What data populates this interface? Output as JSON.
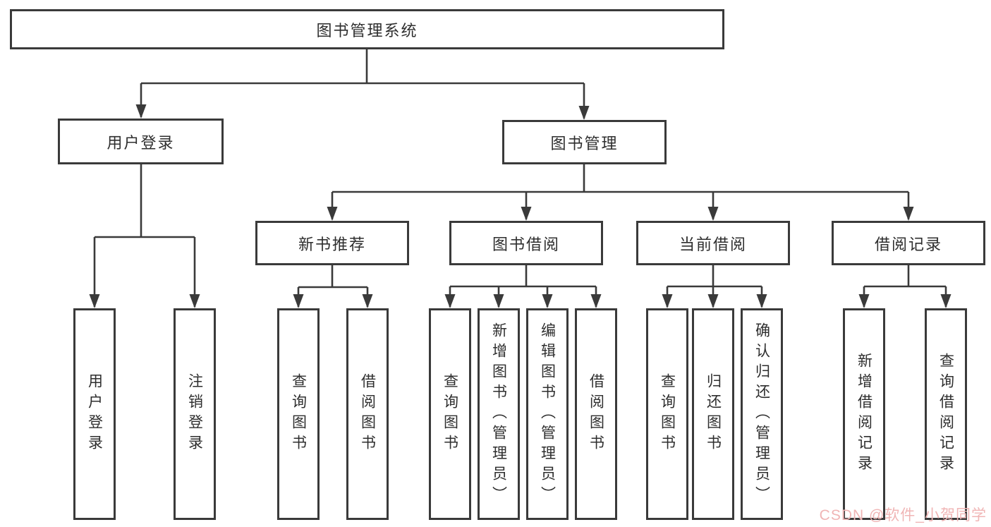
{
  "diagram": {
    "title": "图书管理系统",
    "tree": {
      "root": {
        "label": "图书管理系统"
      },
      "level2": [
        {
          "label": "用户登录",
          "children": [
            {
              "label": "用户登录"
            },
            {
              "label": "注销登录"
            }
          ]
        },
        {
          "label": "图书管理",
          "children": [
            {
              "label": "新书推荐",
              "children": [
                {
                  "label": "查询图书"
                },
                {
                  "label": "借阅图书"
                }
              ]
            },
            {
              "label": "图书借阅",
              "children": [
                {
                  "label": "查询图书"
                },
                {
                  "label": "新增图书（管理员）"
                },
                {
                  "label": "编辑图书（管理员）"
                },
                {
                  "label": "借阅图书"
                }
              ]
            },
            {
              "label": "当前借阅",
              "children": [
                {
                  "label": "查询图书"
                },
                {
                  "label": "归还图书"
                },
                {
                  "label": "确认归还（管理员）"
                }
              ]
            },
            {
              "label": "借阅记录",
              "children": [
                {
                  "label": "新增借阅记录"
                },
                {
                  "label": "查询借阅记录"
                }
              ]
            }
          ]
        }
      ]
    },
    "colors": {
      "line": "#3a3a3a",
      "box_border": "#3a3a3a",
      "text": "#2e2e2e",
      "background": "#ffffff",
      "watermark": "#f0b5b5"
    }
  },
  "watermark": {
    "text": "CSDN @软件_小贺同学"
  }
}
